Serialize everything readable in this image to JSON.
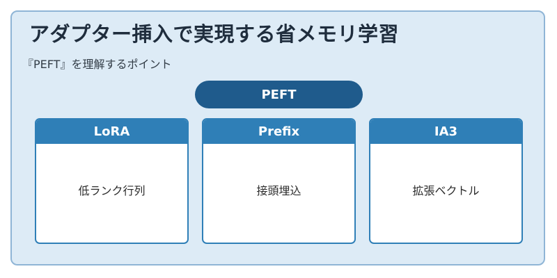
{
  "title": "アダプター挿入で実現する省メモリ学習",
  "subtitle": "『PEFT』を理解するポイント",
  "root": {
    "label": "PEFT"
  },
  "methods": [
    {
      "name": "LoRA",
      "description": "低ランク行列"
    },
    {
      "name": "Prefix",
      "description": "接頭埋込"
    },
    {
      "name": "IA3",
      "description": "拡張ベクトル"
    }
  ],
  "colors": {
    "background": "#ddebf6",
    "border": "#8fb5d6",
    "root_fill": "#1f5b8c",
    "card_header": "#2f7fb7"
  }
}
